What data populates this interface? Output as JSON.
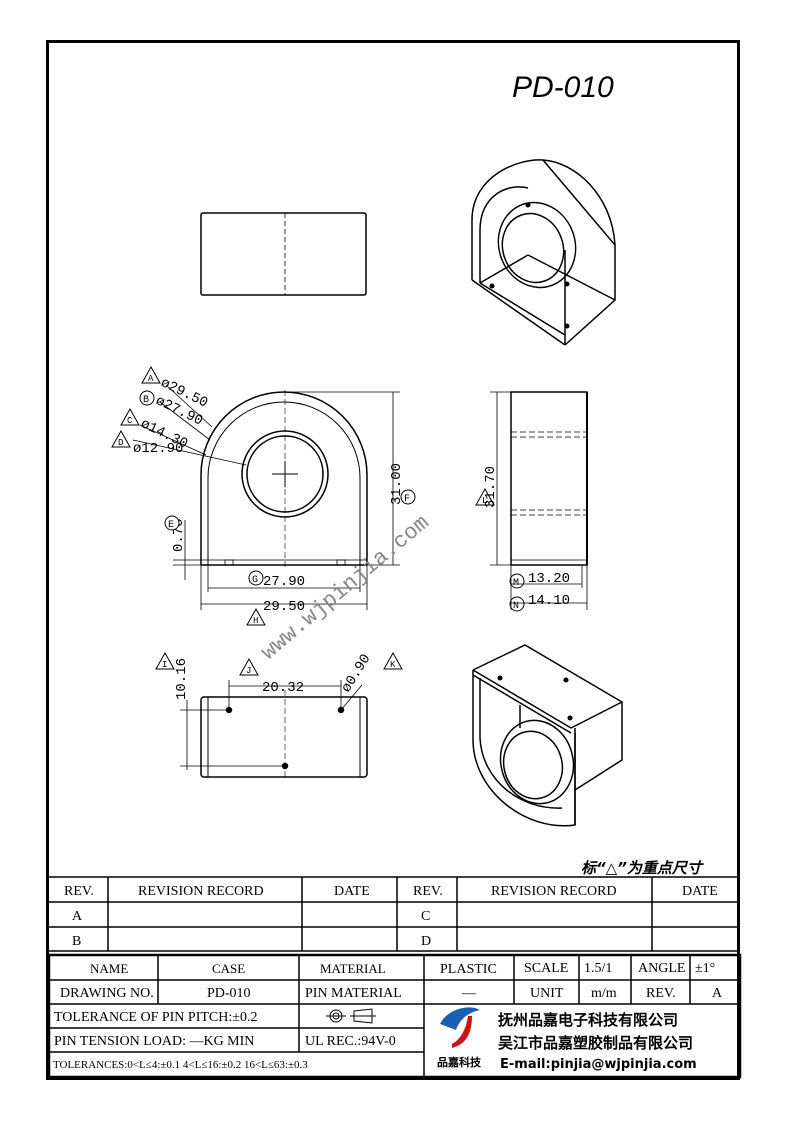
{
  "title": "PD-010",
  "dimensions": {
    "A": "ø29.50",
    "B": "ø27.90",
    "C": "ø14.30",
    "D": "ø12.90",
    "E": "0.70",
    "F": "31.00",
    "G": "27.90",
    "H": "29.50",
    "L": "31.70",
    "M": "13.20",
    "N": "14.10",
    "I": "10.16",
    "J": "20.32",
    "K": "ø0.90"
  },
  "markers": {
    "A": "A",
    "B": "B",
    "C": "C",
    "D": "D",
    "E": "E",
    "F": "F",
    "G": "G",
    "H": "H",
    "I": "I",
    "J": "J",
    "K": "K",
    "L": "L",
    "M": "M",
    "N": "N"
  },
  "watermark": "www.wjpinjia.com",
  "key_note": "标“△”为重点尺寸",
  "revision_table": {
    "headers": [
      "REV.",
      "REVISION RECORD",
      "DATE",
      "REV.",
      "REVISION RECORD",
      "DATE"
    ],
    "rows": [
      [
        "A",
        "",
        "",
        "C",
        "",
        ""
      ],
      [
        "B",
        "",
        "",
        "D",
        "",
        ""
      ]
    ]
  },
  "title_block": {
    "name_label": "NAME",
    "name_value": "CASE",
    "material_label": "MATERIAL",
    "material_value": "PLASTIC",
    "scale_label": "SCALE",
    "scale_value": "1.5/1",
    "angle_label": "ANGLE",
    "angle_value": "±1°",
    "drawing_no_label": "DRAWING NO.",
    "drawing_no_value": "PD-010",
    "pin_material_label": "PIN MATERIAL",
    "pin_material_value": "—",
    "unit_label": "UNIT",
    "unit_value": "m/m",
    "rev_label": "REV.",
    "rev_value": "A",
    "tolerance_pitch": "TOLERANCE OF PIN PITCH:±0.2",
    "pin_tension": "PIN TENSION LOAD: —KG  MIN",
    "ul_rec": "UL REC.:94V-0",
    "tolerances": "TOLERANCES:0<L≤4:±0.1 4<L≤16:±0.2 16<L≤63:±0.3",
    "company_1": "抚州品嘉电子科技有限公司",
    "company_2": "吴江市品嘉塑胶制品有限公司",
    "email": "E-mail:pinjia@wjpinjia.com",
    "logo_text": "品嘉科技"
  }
}
